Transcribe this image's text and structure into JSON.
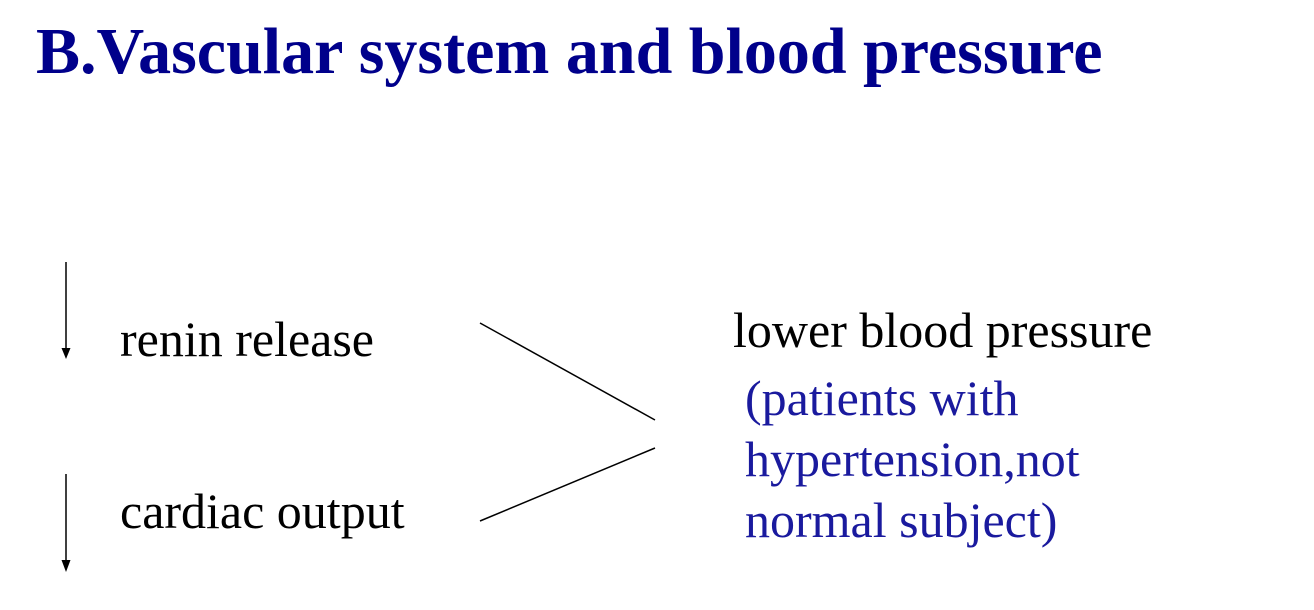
{
  "slide": {
    "title": "B.Vascular system and blood pressure",
    "title_color": "#00008B",
    "factors": [
      {
        "label": "renin release",
        "direction": "decrease"
      },
      {
        "label": "cardiac output",
        "direction": "decrease"
      }
    ],
    "result": "lower blood pressure",
    "note_lines": [
      "(patients with",
      "hypertension,not",
      "normal subject)"
    ],
    "note_color": "#1A1A9E",
    "text_color": "#000000"
  }
}
